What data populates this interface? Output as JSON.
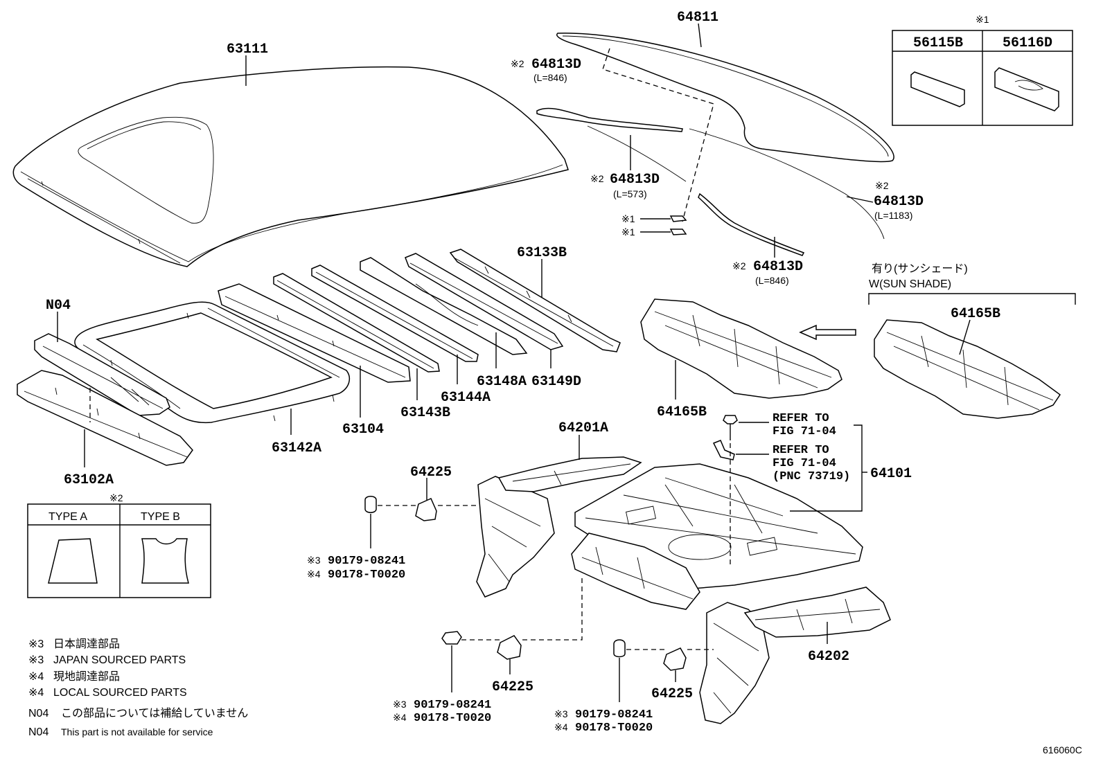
{
  "callouts": {
    "p63111": "63111",
    "p64811": "64811",
    "p64813d_a": "64813D",
    "p64813d_a_len": "(L=846)",
    "p64813d_b": "64813D",
    "p64813d_b_len": "(L=573)",
    "p64813d_c": "64813D",
    "p64813d_c_len": "(L=1183)",
    "p64813d_d": "64813D",
    "p64813d_d_len": "(L=846)",
    "p63133b": "63133B",
    "pN04": "N04",
    "p63102a": "63102A",
    "p63142a": "63142A",
    "p63104": "63104",
    "p63143b": "63143B",
    "p63144a": "63144A",
    "p63148a": "63148A",
    "p63149d": "63149D",
    "p64165b_left": "64165B",
    "p64165b_right": "64165B",
    "p64201a": "64201A",
    "p64225_a": "64225",
    "p64225_b": "64225",
    "p64225_c": "64225",
    "p64202": "64202",
    "p64101": "64101"
  },
  "marks": {
    "m1": "※1",
    "m2": "※2",
    "m3": "※3",
    "m4": "※4"
  },
  "fasteners": {
    "a_3": "90179-08241",
    "a_4": "90178-T0020",
    "b_3": "90179-08241",
    "b_4": "90178-T0020",
    "c_3": "90179-08241",
    "c_4": "90178-T0020"
  },
  "refer": {
    "r1_line1": "REFER TO",
    "r1_line2": "FIG 71-04",
    "r2_line1": "REFER TO",
    "r2_line2": "FIG 71-04",
    "r2_line3": "(PNC 73719)"
  },
  "sunshade": {
    "jp": "有り(サンシェード)",
    "en": "W(SUN SHADE)"
  },
  "inset_56": {
    "col1": "56115B",
    "col2": "56116D"
  },
  "inset_type": {
    "col1": "TYPE A",
    "col2": "TYPE B"
  },
  "notes": {
    "n1_mark": "※3",
    "n1": "日本調達部品",
    "n2_mark": "※3",
    "n2": "JAPAN SOURCED PARTS",
    "n3_mark": "※4",
    "n3": "現地調達部品",
    "n4_mark": "※4",
    "n4": "LOCAL SOURCED PARTS",
    "n5_mark": "N04",
    "n5": "この部品については補給していません",
    "n6_mark": "N04",
    "n6": "This part is not available for service"
  },
  "figure_id": "616060C"
}
